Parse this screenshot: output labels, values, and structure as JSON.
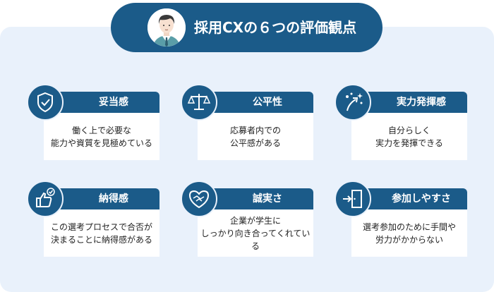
{
  "header": {
    "title": "採用CXの６つの評価観点",
    "avatar_icon": "person-avatar"
  },
  "colors": {
    "primary": "#1b5b89",
    "panel_bg": "#e9f1fb",
    "card_bg": "#ffffff"
  },
  "cards": [
    {
      "title": "妥当感",
      "icon": "shield-check-icon",
      "lines": [
        "働く上で必要な",
        "能力や資質を見極めている"
      ]
    },
    {
      "title": "公平性",
      "icon": "balance-scale-icon",
      "lines": [
        "応募者内での",
        "公平感がある"
      ]
    },
    {
      "title": "実力発揮感",
      "icon": "sparkle-arrow-icon",
      "lines": [
        "自分らしく",
        "実力を発揮できる"
      ]
    },
    {
      "title": "納得感",
      "icon": "thumbs-up-check-icon",
      "lines": [
        "この選考プロセスで合否が",
        "決まることに納得感がある"
      ]
    },
    {
      "title": "誠実さ",
      "icon": "heart-handshake-icon",
      "lines": [
        "企業が学生に",
        "しっかり向き合ってくれている"
      ]
    },
    {
      "title": "参加しやすさ",
      "icon": "door-enter-icon",
      "lines": [
        "選考参加のために手間や",
        "労力がかからない"
      ]
    }
  ]
}
